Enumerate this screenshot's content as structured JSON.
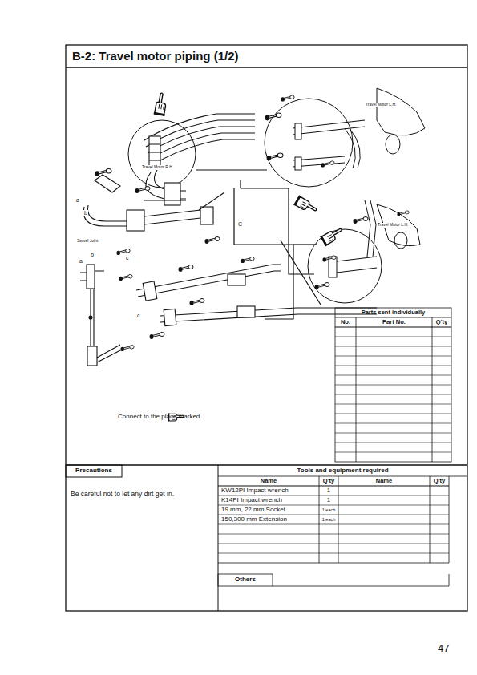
{
  "diagram": {
    "title": "B-2: Travel motor piping (1/2)",
    "labels": [
      "Travel Motor R.H.",
      "Travel Motor L.H.",
      "Travel Motor L.H.",
      "Swivel Joint",
      "a",
      "b",
      "a",
      "b",
      "c",
      "c",
      "C",
      "Connect to the place marked",
      "Parts sent individually",
      "No.",
      "Part No.",
      "Q'ty",
      "Precautions",
      "Be careful not to let any dirt get in.",
      "Tools and equipment required",
      "Name",
      "Q'ty",
      "Name",
      "Q'ty",
      "KW12PI Impact wrench",
      "1",
      "K14PI Impact wrench",
      "1",
      "19 mm, 22 mm Socket",
      "1 each",
      "150,300 mm Extension",
      "1 each",
      "Others",
      "47"
    ]
  }
}
